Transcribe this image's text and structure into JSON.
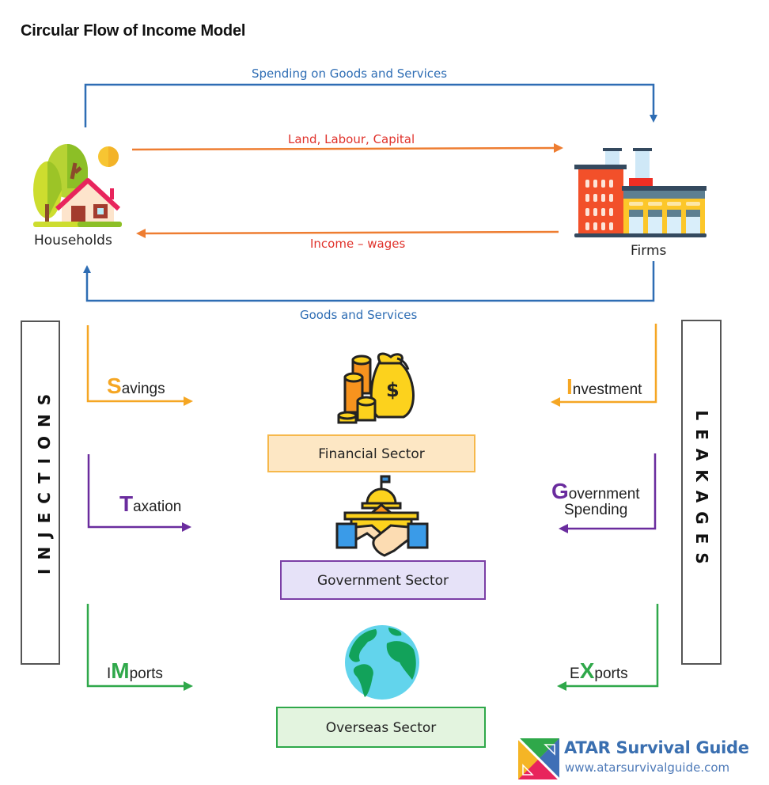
{
  "title": "Circular Flow of Income Model",
  "actors": {
    "households": "Households",
    "firms": "Firms"
  },
  "flows": {
    "spending": "Spending  on Goods and Services",
    "factors": "Land, Labour, Capital",
    "income": "Income – wages",
    "goods": "Goods and Services"
  },
  "sides": {
    "injections": "INJECTIONS",
    "leakages": "LEAKAGES"
  },
  "leak_flows": {
    "savings": {
      "cap": "S",
      "rest": "avings"
    },
    "taxation": {
      "cap": "T",
      "rest": "axation"
    },
    "imports": {
      "pre": "I",
      "cap": "M",
      "rest": "ports"
    }
  },
  "inject_flows": {
    "investment": {
      "cap": "I",
      "rest": "nvestment"
    },
    "government": {
      "cap": "G",
      "rest": "overnment",
      "line2": "Spending"
    },
    "exports": {
      "pre": "E",
      "cap": "X",
      "rest": "ports"
    }
  },
  "sectors": {
    "financial": "Financial Sector",
    "government": "Government Sector",
    "overseas": "Overseas Sector"
  },
  "colors": {
    "blue": "#2e6db4",
    "orange": "#ee7d31",
    "label_red": "#e0322b",
    "savings": "#f5a623",
    "taxation": "#6a2c9e",
    "trade": "#2fa84a"
  },
  "branding": {
    "name": "ATAR Survival Guide",
    "url": "www.atarsurvivalguide.com"
  }
}
